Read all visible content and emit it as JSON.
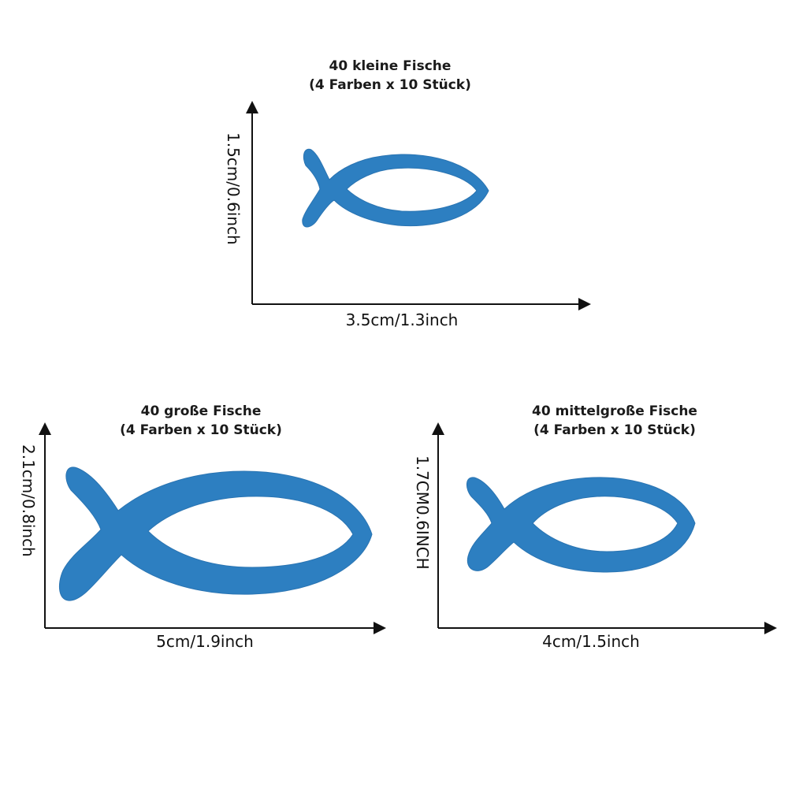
{
  "colors": {
    "fish": "#2d7fc1",
    "fish_dark": "#2a74b2",
    "axis": "#111111"
  },
  "small": {
    "title_line1": "40 kleine Fische",
    "title_line2": "(4 Farben x 10 Stück)",
    "width_label": "3.5cm/1.3inch",
    "height_label": "1.5cm/0.6inch"
  },
  "large": {
    "title_line1": "40 große Fische",
    "title_line2": "(4 Farben x 10 Stück)",
    "width_label": "5cm/1.9inch",
    "height_label": "2.1cm/0.8inch"
  },
  "medium": {
    "title_line1": "40 mittelgroße Fische",
    "title_line2": "(4 Farben x 10 Stück)",
    "width_label": "4cm/1.5inch",
    "height_label": "1.7CM0.6INCH"
  }
}
